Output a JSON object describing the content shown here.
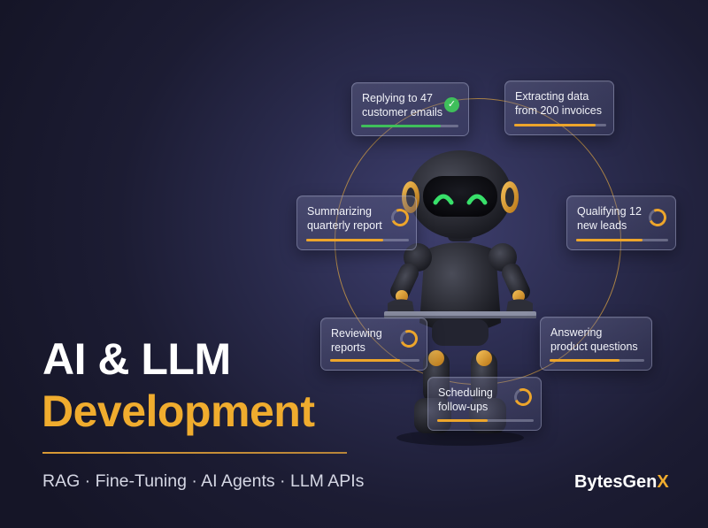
{
  "headline": {
    "line1": "AI & LLM",
    "line2": "Development"
  },
  "tagline": "RAG · Fine-Tuning · AI Agents · LLM APIs",
  "brand": {
    "name_main": "BytesGen",
    "name_accent": "X"
  },
  "colors": {
    "accent": "#f0ac2e",
    "success": "#3fbf5b",
    "background": "#1c1c33"
  },
  "task_cards": [
    {
      "line1": "Replying to 47",
      "line2": "customer emails",
      "progress": 0.82,
      "status": "complete",
      "icon": "check-icon"
    },
    {
      "line1": "Extracting data",
      "line2": "from 200 invoices",
      "progress": 0.88,
      "status": "in-progress",
      "icon": "none"
    },
    {
      "line1": "Summarizing",
      "line2": "quarterly report",
      "progress": 0.75,
      "status": "in-progress",
      "icon": "progress-ring-icon"
    },
    {
      "line1": "Qualifying 12",
      "line2": "new leads",
      "progress": 0.72,
      "status": "in-progress",
      "icon": "progress-ring-icon"
    },
    {
      "line1": "Reviewing",
      "line2": "reports",
      "progress": 0.78,
      "status": "in-progress",
      "icon": "progress-ring-icon"
    },
    {
      "line1": "Answering",
      "line2": "product questions",
      "progress": 0.74,
      "status": "in-progress",
      "icon": "none"
    },
    {
      "line1": "Scheduling",
      "line2": "follow-ups",
      "progress": 0.52,
      "status": "in-progress",
      "icon": "progress-ring-icon"
    }
  ]
}
